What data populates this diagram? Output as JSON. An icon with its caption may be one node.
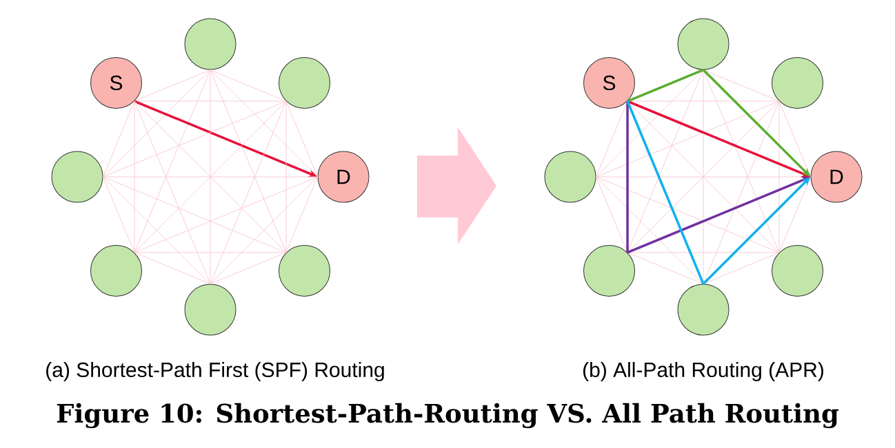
{
  "diagram": {
    "caption": "Figure 10:  Shortest-Path-Routing VS. All Path Routing",
    "nodes": [
      {
        "text": [],
        "shape": "circle"
      },
      {
        "text": [
          "S"
        ]
      },
      {
        "text": [],
        "shape": "circle"
      },
      {
        "text": [],
        "shape": "circle"
      },
      {
        "text": [
          "D"
        ]
      },
      {
        "text": [],
        "shape": "circle"
      },
      {
        "text": [],
        "shape": "circle"
      },
      {
        "text": [],
        "shape": "circle"
      },
      {
        "text": [],
        "shape": "circle"
      },
      {
        "text": [
          "S"
        ]
      },
      {
        "text": [],
        "shape": "circle"
      },
      {
        "text": [],
        "shape": "circle"
      },
      {
        "text": [
          "D"
        ]
      },
      {
        "text": [],
        "shape": "circle"
      },
      {
        "text": [],
        "shape": "circle"
      },
      {
        "text": [],
        "shape": "circle"
      }
    ],
    "edges": [
      {
        "from": 0,
        "to": 1,
        "arrow": "none"
      },
      {
        "from": 0,
        "to": 2,
        "arrow": "none"
      },
      {
        "from": 0,
        "to": 3,
        "arrow": "none"
      },
      {
        "from": 0,
        "to": 4,
        "arrow": "none"
      },
      {
        "from": 0,
        "to": 5,
        "arrow": "none"
      },
      {
        "from": 0,
        "to": 6,
        "arrow": "none"
      },
      {
        "from": 0,
        "to": 7,
        "arrow": "none"
      },
      {
        "from": 1,
        "to": 2,
        "arrow": "none"
      },
      {
        "from": 1,
        "to": 3,
        "arrow": "none"
      },
      {
        "from": 1,
        "to": 4,
        "arrow": "to",
        "style": "thick",
        "color": "#e8103a"
      },
      {
        "from": 1,
        "to": 5,
        "arrow": "none"
      },
      {
        "from": 1,
        "to": 6,
        "arrow": "none"
      },
      {
        "from": 1,
        "to": 7,
        "arrow": "none"
      },
      {
        "from": 2,
        "to": 3,
        "arrow": "none"
      },
      {
        "from": 2,
        "to": 4,
        "arrow": "none"
      },
      {
        "from": 2,
        "to": 5,
        "arrow": "none"
      },
      {
        "from": 2,
        "to": 6,
        "arrow": "none"
      },
      {
        "from": 2,
        "to": 7,
        "arrow": "none"
      },
      {
        "from": 3,
        "to": 4,
        "arrow": "none"
      },
      {
        "from": 3,
        "to": 5,
        "arrow": "none"
      },
      {
        "from": 3,
        "to": 6,
        "arrow": "none"
      },
      {
        "from": 3,
        "to": 7,
        "arrow": "none"
      },
      {
        "from": 4,
        "to": 5,
        "arrow": "none"
      },
      {
        "from": 4,
        "to": 6,
        "arrow": "none"
      },
      {
        "from": 4,
        "to": 7,
        "arrow": "none"
      },
      {
        "from": 5,
        "to": 6,
        "arrow": "none"
      },
      {
        "from": 5,
        "to": 7,
        "arrow": "none"
      },
      {
        "from": 6,
        "to": 7,
        "arrow": "none"
      },
      {
        "from": 8,
        "to": 10,
        "arrow": "none"
      },
      {
        "from": 8,
        "to": 11,
        "arrow": "none"
      },
      {
        "from": 8,
        "to": 13,
        "arrow": "none"
      },
      {
        "from": 8,
        "to": 14,
        "arrow": "none"
      },
      {
        "from": 8,
        "to": 15,
        "arrow": "none"
      },
      {
        "from": 9,
        "to": 10,
        "arrow": "none"
      },
      {
        "from": 9,
        "to": 11,
        "arrow": "none"
      },
      {
        "from": 9,
        "to": 14,
        "arrow": "none"
      },
      {
        "from": 10,
        "to": 11,
        "arrow": "none"
      },
      {
        "from": 10,
        "to": 12,
        "arrow": "none"
      },
      {
        "from": 10,
        "to": 13,
        "arrow": "none"
      },
      {
        "from": 10,
        "to": 14,
        "arrow": "none"
      },
      {
        "from": 10,
        "to": 15,
        "arrow": "none"
      },
      {
        "from": 11,
        "to": 12,
        "arrow": "none"
      },
      {
        "from": 11,
        "to": 13,
        "arrow": "none"
      },
      {
        "from": 11,
        "to": 14,
        "arrow": "none"
      },
      {
        "from": 11,
        "to": 15,
        "arrow": "none"
      },
      {
        "from": 12,
        "to": 14,
        "arrow": "none"
      },
      {
        "from": 13,
        "to": 14,
        "arrow": "none"
      },
      {
        "from": 13,
        "to": 15,
        "arrow": "none"
      },
      {
        "from": 14,
        "to": 15,
        "arrow": "none"
      },
      {
        "from": 9,
        "to": 12,
        "arrow": "to",
        "style": "thick",
        "color": "#e8103a"
      },
      {
        "from": 9,
        "to": 8,
        "arrow": "none",
        "style": "thick",
        "color": "#5aac2e"
      },
      {
        "from": 8,
        "to": 12,
        "arrow": "to",
        "style": "thick",
        "color": "#5aac2e"
      },
      {
        "from": 9,
        "to": 13,
        "arrow": "none",
        "style": "thick",
        "color": "#7030a0"
      },
      {
        "from": 13,
        "to": 12,
        "arrow": "to",
        "style": "thick",
        "color": "#7030a0"
      },
      {
        "from": 9,
        "to": 15,
        "arrow": "none",
        "style": "thick",
        "color": "#10b0f0"
      },
      {
        "from": 15,
        "to": 12,
        "arrow": "to",
        "style": "thick",
        "color": "#10b0f0"
      }
    ],
    "labels": [
      "(a) Shortest-Path First (SPF) Routing",
      "(b) All-Path Routing (APR)"
    ]
  }
}
